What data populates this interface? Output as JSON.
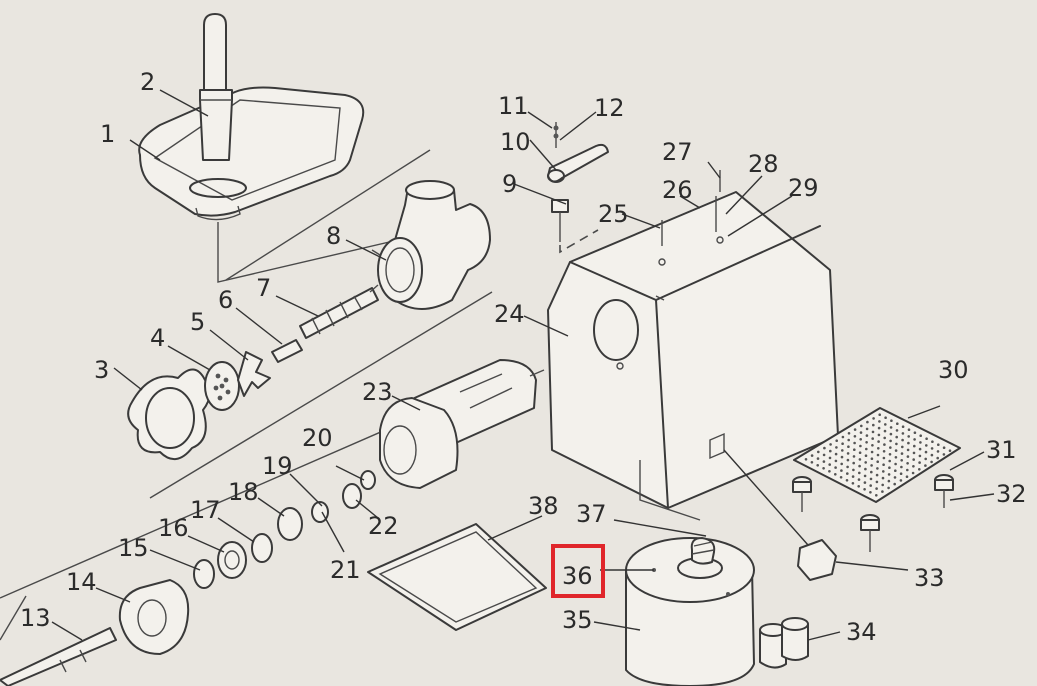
{
  "labels": {
    "l1": "1",
    "l2": "2",
    "l3": "3",
    "l4": "4",
    "l5": "5",
    "l6": "6",
    "l7": "7",
    "l8": "8",
    "l9": "9",
    "l10": "10",
    "l11": "11",
    "l12": "12",
    "l13": "13",
    "l14": "14",
    "l15": "15",
    "l16": "16",
    "l17": "17",
    "l18": "18",
    "l19": "19",
    "l20": "20",
    "l21": "21",
    "l22": "22",
    "l23": "23",
    "l24": "24",
    "l25": "25",
    "l26": "26",
    "l27": "27",
    "l28": "28",
    "l29": "29",
    "l30": "30",
    "l31": "31",
    "l32": "32",
    "l33": "33",
    "l34": "34",
    "l35": "35",
    "l36": "36",
    "l37": "37",
    "l38": "38"
  },
  "highlighted_part": "36",
  "colors": {
    "background": "#e9e6e0",
    "ink": "#3a3a3a",
    "highlight": "#e0262b"
  }
}
